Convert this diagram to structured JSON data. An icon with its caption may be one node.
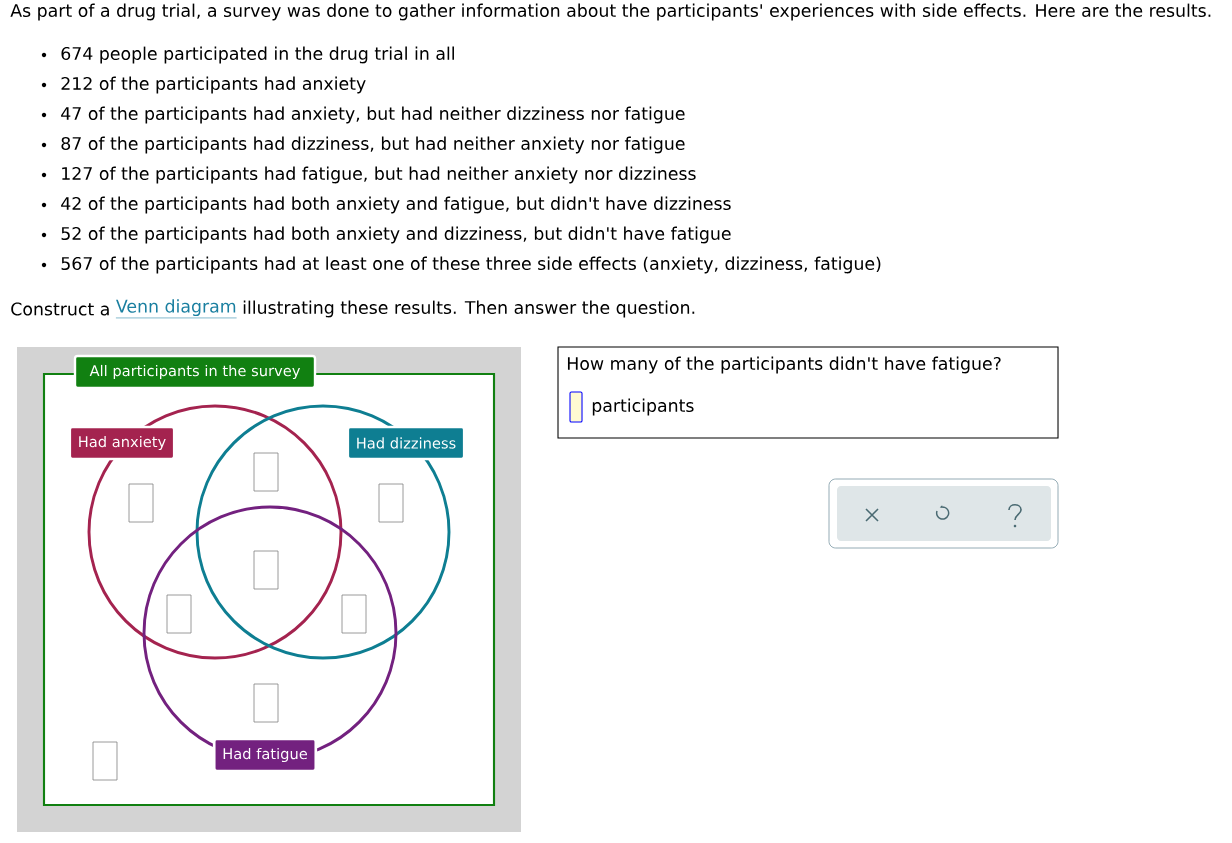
{
  "diagram": {
    "nodes": [
      {
        "text": [
          "All participants in the survey"
        ]
      },
      {
        "text": [
          "Had anxiety"
        ],
        "in": 0
      },
      {
        "text": [
          "Had dizziness"
        ],
        "in": 0
      },
      {
        "text": [
          "Had fatigue"
        ],
        "in": 0
      },
      {
        "text": [],
        "shape": "box"
      },
      {
        "text": [],
        "shape": "box",
        "in": 1
      },
      {
        "text": [],
        "shape": "box",
        "in": 2
      },
      {
        "text": [],
        "shape": "box"
      },
      {
        "text": [],
        "shape": "box"
      },
      {
        "text": [],
        "shape": "box"
      },
      {
        "text": [],
        "shape": "box",
        "in": 3
      },
      {
        "text": [],
        "shape": "box",
        "in": 0
      },
      {
        "text": [
          "How many of the participants didn't have fatigue?",
          "participants"
        ]
      }
    ],
    "edges": [],
    "labels": [
      "As part of a drug trial, a survey was done to gather information about the participants' experiences with side effects. Here are the results.",
      "674 people participated in the drug trial in all",
      "212 of the participants had anxiety",
      "47 of the participants had anxiety, but had neither dizziness nor fatigue",
      "87 of the participants had dizziness, but had neither anxiety nor fatigue",
      "127 of the participants had fatigue, but had neither anxiety nor dizziness",
      "42 of the participants had both anxiety and fatigue, but didn't have dizziness",
      "52 of the participants had both anxiety and dizziness, but didn't have fatigue",
      "567 of the participants had at least one of these three side effects (anxiety, dizziness, fatigue)",
      "Construct a",
      "Venn diagram",
      "illustrating these results. Then answer the question."
    ]
  }
}
